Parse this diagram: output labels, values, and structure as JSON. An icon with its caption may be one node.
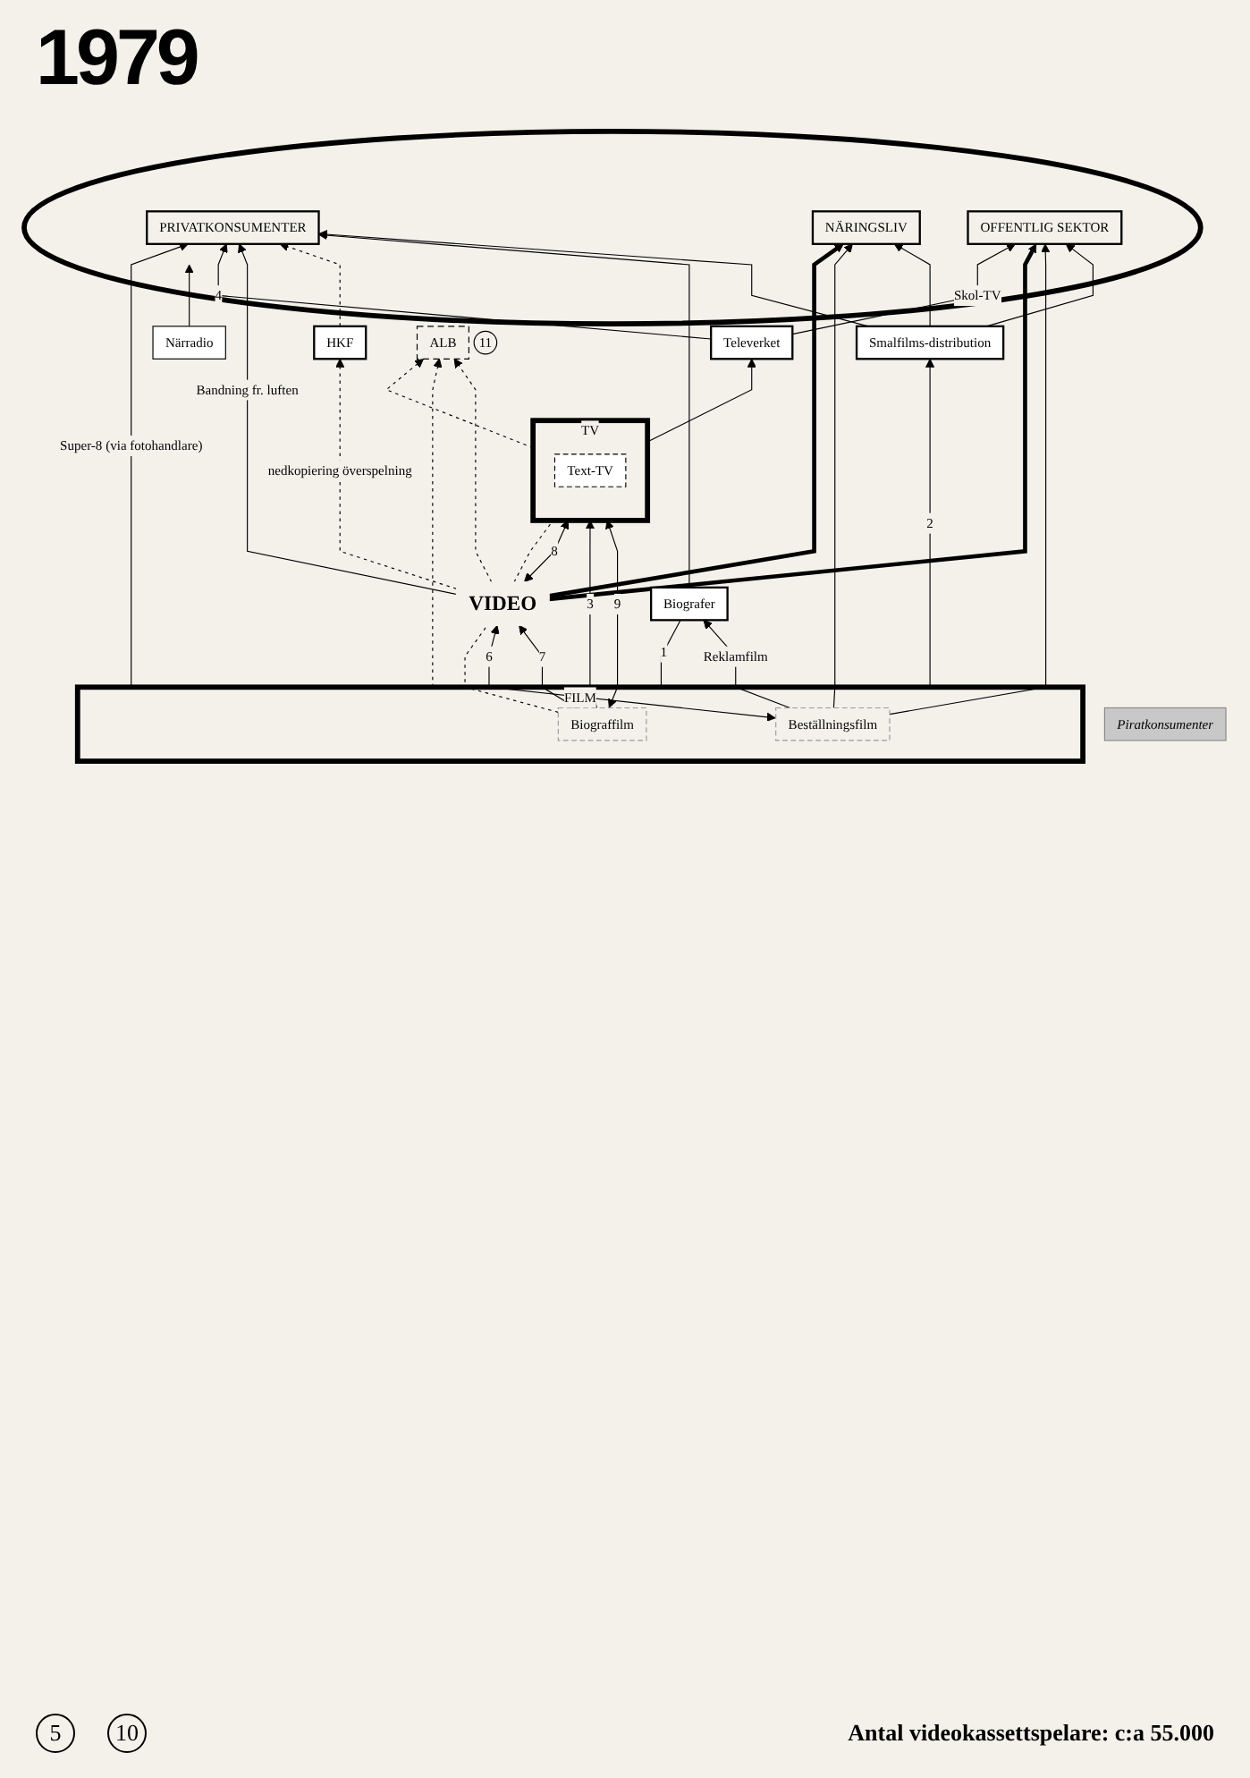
{
  "diagram": {
    "title": "1979",
    "nodes": [
      {
        "text": [
          "Piratkonsumenter"
        ]
      },
      {
        "text": [
          "Närradio"
        ]
      },
      {
        "text": [],
        "shape": "circle"
      },
      {
        "text": [
          "PRIVATKONSUMENTER"
        ],
        "in": 2
      },
      {
        "text": [
          "NÄRINGSLIV"
        ],
        "in": 2
      },
      {
        "text": [
          "OFFENTLIG SEKTOR"
        ],
        "in": 2
      },
      {
        "text": [
          "Smalfilms-distribution"
        ]
      },
      {
        "text": [
          "Biografer"
        ]
      },
      {
        "text": [
          "HKF"
        ]
      },
      {
        "text": [
          "Televerket"
        ]
      },
      {
        "text": [
          "FILM"
        ]
      },
      {
        "text": [
          "Biograffilm"
        ],
        "in": 10
      },
      {
        "text": [
          "Beställningsfilm"
        ],
        "in": 10
      },
      {
        "text": [
          "TV"
        ]
      },
      {
        "text": [
          "Text-TV"
        ],
        "in": 13
      },
      {
        "text": [
          "VIDEO"
        ]
      },
      {
        "text": [
          "ALB"
        ],
        "beside": [
          "11"
        ]
      }
    ],
    "edges": [
      {
        "from": 1,
        "to": 2,
        "arrow": "to"
      },
      {
        "from": 10,
        "to": 3,
        "arrow": "to",
        "label": "Super-8 (via fotohandlare)"
      },
      {
        "from": 10,
        "to": 6,
        "arrow": "to",
        "label": "2"
      },
      {
        "from": 6,
        "to": 3,
        "arrow": "to"
      },
      {
        "from": 6,
        "to": 4,
        "arrow": "to"
      },
      {
        "from": 6,
        "to": 5,
        "arrow": "to"
      },
      {
        "from": 10,
        "to": 7,
        "arrow": "none",
        "label": "1"
      },
      {
        "from": 7,
        "to": 3,
        "arrow": "to"
      },
      {
        "from": 8,
        "to": 3,
        "arrow": "to",
        "style": "dashed"
      },
      {
        "from": 15,
        "to": 8,
        "arrow": "to",
        "style": "dashed",
        "label": "nedkopiering överspelning"
      },
      {
        "from": 12,
        "to": 7,
        "arrow": "to",
        "label": "Reklamfilm"
      },
      {
        "from": 12,
        "to": 4,
        "arrow": "to"
      },
      {
        "from": 12,
        "to": 5,
        "arrow": "to"
      },
      {
        "from": 15,
        "to": 4,
        "arrow": "to",
        "style": "thick"
      },
      {
        "from": 15,
        "to": 5,
        "arrow": "to",
        "style": "thick"
      },
      {
        "from": 15,
        "to": 3,
        "arrow": "to",
        "label": "Bandning fr. luften"
      },
      {
        "from": 9,
        "to": 3,
        "arrow": "to",
        "label": "4"
      },
      {
        "from": 9,
        "to": 5,
        "arrow": "to",
        "label": "Skol-TV"
      },
      {
        "from": 13,
        "to": 9,
        "arrow": "to"
      },
      {
        "from": 11,
        "to": 13,
        "arrow": "both",
        "label": "9"
      },
      {
        "from": 11,
        "to": 13,
        "arrow": "to",
        "label": "3"
      },
      {
        "from": 11,
        "to": 15,
        "arrow": "both",
        "label": "7"
      },
      {
        "from": 12,
        "to": 15,
        "arrow": "both",
        "label": "6"
      },
      {
        "from": 15,
        "to": 13,
        "arrow": "both",
        "label": "8"
      },
      {
        "from": 11,
        "to": 15,
        "arrow": "none",
        "style": "dashed"
      },
      {
        "from": 15,
        "to": 13,
        "arrow": "none",
        "style": "dashed"
      },
      {
        "from": 10,
        "to": 16,
        "arrow": "to",
        "style": "dashed"
      },
      {
        "from": 15,
        "to": 16,
        "arrow": "to",
        "style": "dashed"
      },
      {
        "from": 13,
        "to": 16,
        "arrow": "to",
        "style": "dashed"
      }
    ],
    "labels": [
      "5",
      "10",
      "Antal videokassettspelare: c:a 55.000"
    ]
  }
}
